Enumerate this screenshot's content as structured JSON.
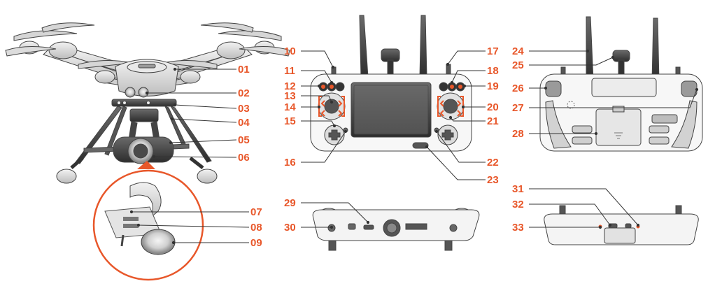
{
  "accent_color": "#e8572a",
  "line_color": "#333333",
  "panels": {
    "drone": {
      "labels": [
        "01",
        "02",
        "03",
        "04",
        "05",
        "06"
      ],
      "inset_labels": [
        "07",
        "08",
        "09"
      ]
    },
    "controller_front": {
      "left_labels": [
        "10",
        "11",
        "12",
        "13",
        "14",
        "15",
        "16"
      ],
      "right_labels": [
        "17",
        "18",
        "19",
        "20",
        "21",
        "22",
        "23"
      ]
    },
    "controller_back": {
      "labels": [
        "24",
        "25",
        "26",
        "27",
        "28"
      ]
    },
    "controller_bottom": {
      "labels": [
        "29",
        "30"
      ]
    },
    "controller_top": {
      "labels": [
        "31",
        "32",
        "33"
      ]
    }
  }
}
